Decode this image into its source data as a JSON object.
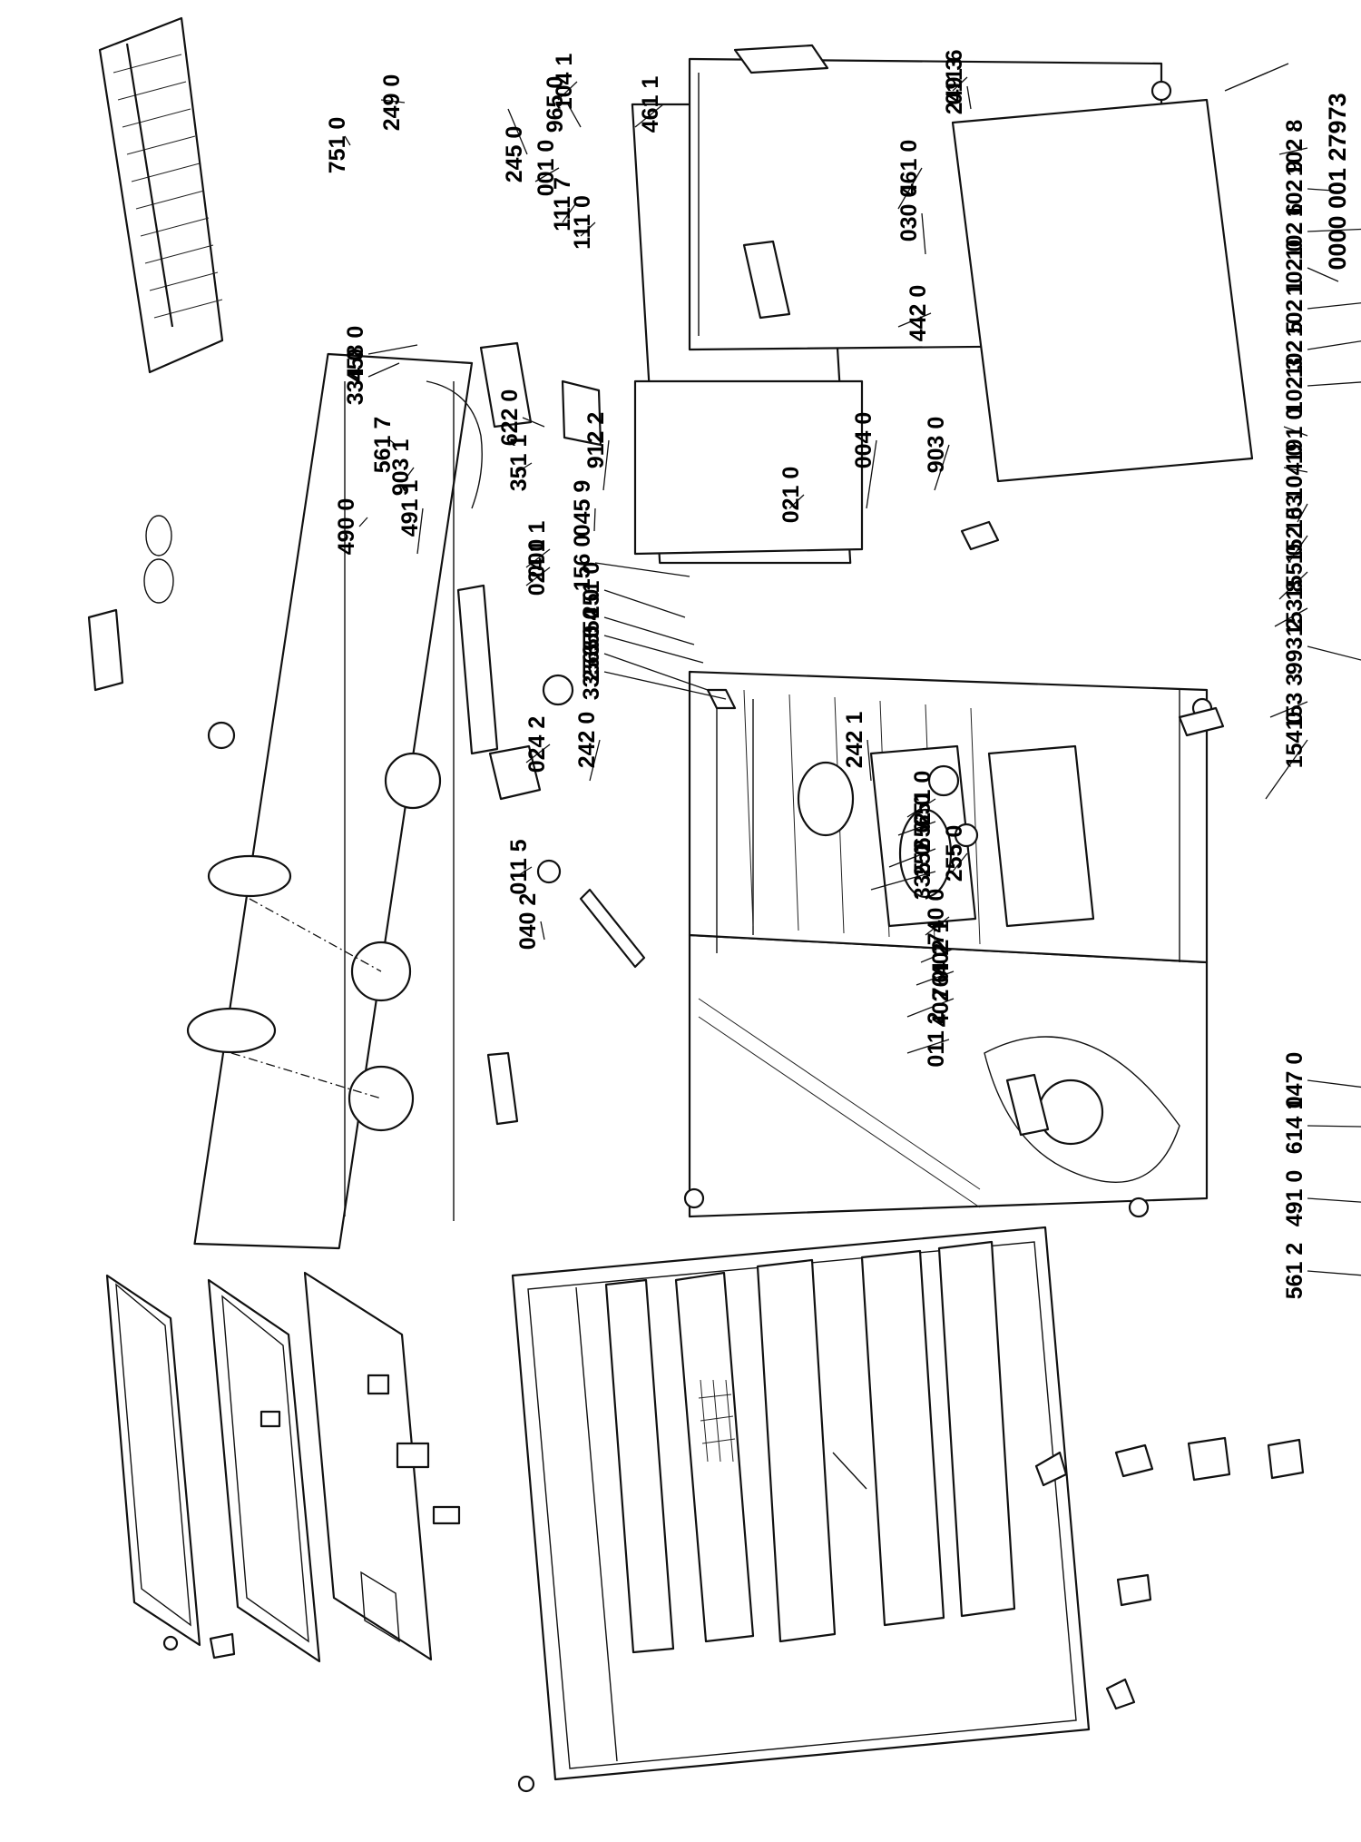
{
  "document_number": "0000 001 27973",
  "groups": {
    "door": {
      "labels": [
        "102 8",
        "102 9",
        "102 6",
        "102 0",
        "102 1",
        "102 5",
        "102 3",
        "191 0",
        "104 0",
        "153 0",
        "152 0",
        "155 0",
        "153 8",
        "993 2",
        "153 3",
        "154 0",
        "102 2",
        "102 4",
        "965 2",
        "047 1"
      ]
    },
    "loose_parts": {
      "labels": [
        "047 0",
        "614 1",
        "491 0",
        "561 2"
      ]
    },
    "top_and_hob": {
      "labels": [
        "461 0",
        "030 0",
        "442 0",
        "461 1",
        "965 0",
        "751 0",
        "245 0",
        "249 0",
        "458 0",
        "334 0",
        "622 0",
        "351 1",
        "021 0"
      ]
    },
    "cabinet_interior": {
      "labels": [
        "912 2",
        "045 9",
        "156 0",
        "251 0",
        "554 0",
        "655 0",
        "253 0",
        "335 6",
        "242 0",
        "242 1",
        "651 0",
        "652 0",
        "252 0",
        "335 0",
        "740 0",
        "402 1",
        "764 2",
        "402 0",
        "011 2",
        "011 5",
        "040 2"
      ]
    },
    "side_panels_and_controls": {
      "labels": [
        "490 0",
        "561 7",
        "903 1",
        "491 1",
        "001 1",
        "024 2",
        "024 0",
        "001 0",
        "104 1",
        "111 7",
        "111 0",
        "004 0",
        "903 0",
        "255 0",
        "249 3",
        "011 6"
      ]
    }
  }
}
